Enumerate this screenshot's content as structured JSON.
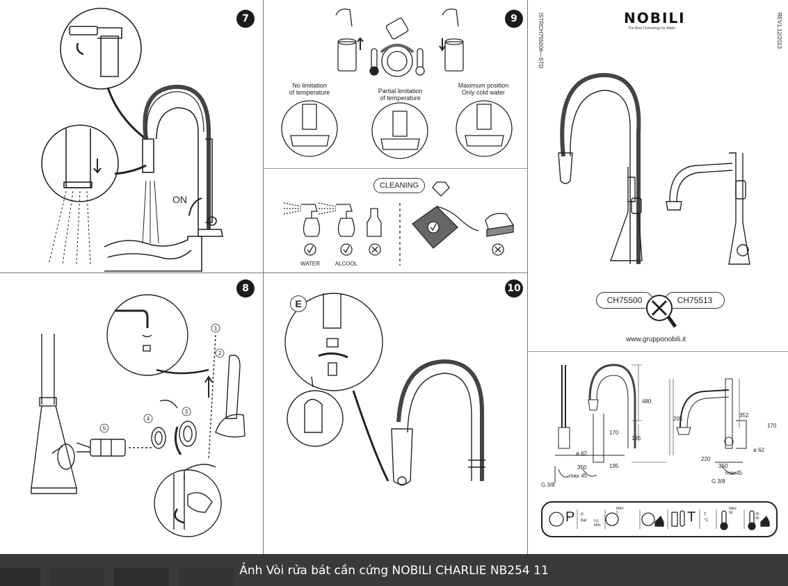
{
  "panels": {
    "p7": {
      "number": "7",
      "on_label": "ON"
    },
    "p8": {
      "number": "8",
      "steps": [
        "1",
        "2",
        "3",
        "4",
        "5"
      ]
    },
    "p9": {
      "number": "9",
      "options": [
        {
          "label": "No limitation\nof temperature"
        },
        {
          "label": "Partial limitation\nof temperature"
        },
        {
          "label": "Maximum position\nOnly cold water"
        }
      ]
    },
    "cleaning": {
      "title": "CLEANING",
      "labels": [
        "WATER",
        "ALCOOL"
      ]
    },
    "p10": {
      "number": "10",
      "step_letter": "E"
    }
  },
  "brand": {
    "name": "NOBILI",
    "tagline": "The Best Technology for Water",
    "doc_code": "ISTRCH75500#—STD",
    "revision": "REV1.12/2013",
    "model_a": "CH75500",
    "model_b": "CH75513",
    "website": "www.grupponobili.it"
  },
  "dimensions": {
    "left": [
      "480",
      "195",
      "170",
      "ø 62",
      "195",
      "350",
      "max 45",
      "G 3/8"
    ],
    "right": [
      "352",
      "205",
      "170",
      "ø 62",
      "220",
      "350",
      "max45",
      "G 3/8"
    ]
  },
  "specs": {
    "items": [
      "P",
      "P\nbar",
      "MAX\n5",
      "0,5\nMIN.",
      "T",
      "T\n°C",
      "MAX\n90",
      "45\n65"
    ]
  },
  "footer": {
    "title": "Ảnh Vòi rửa bát cần cứng NOBILI CHARLIE NB254 11"
  },
  "colors": {
    "footer_bg": "#3a3a3a",
    "line": "#222222",
    "badge": "#1a1a1a"
  }
}
